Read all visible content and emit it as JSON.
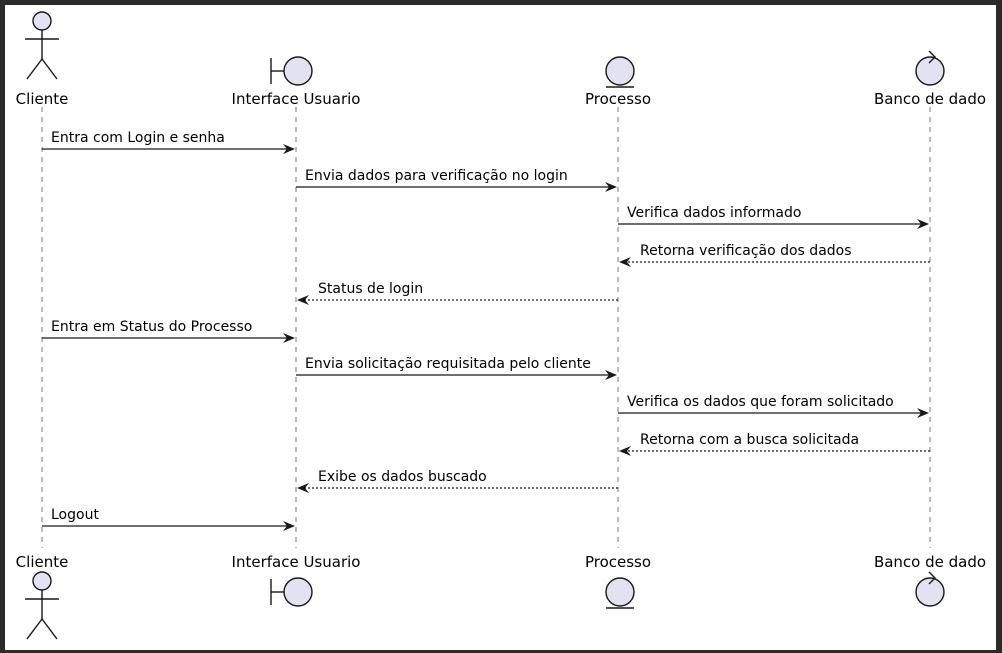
{
  "participants": [
    {
      "id": "cliente",
      "name": "Cliente",
      "kind": "actor"
    },
    {
      "id": "interface",
      "name": "Interface Usuario",
      "kind": "boundary"
    },
    {
      "id": "processo",
      "name": "Processo",
      "kind": "entity"
    },
    {
      "id": "banco",
      "name": "Banco de dado",
      "kind": "control"
    }
  ],
  "messages": [
    {
      "from": "cliente",
      "to": "interface",
      "label": "Entra com Login e senha",
      "style": "solid"
    },
    {
      "from": "interface",
      "to": "processo",
      "label": "Envia dados para verificação no login",
      "style": "solid"
    },
    {
      "from": "processo",
      "to": "banco",
      "label": "Verifica dados informado",
      "style": "solid"
    },
    {
      "from": "banco",
      "to": "processo",
      "label": "Retorna verificação dos dados",
      "style": "dashed"
    },
    {
      "from": "processo",
      "to": "interface",
      "label": "Status de login",
      "style": "dashed"
    },
    {
      "from": "cliente",
      "to": "interface",
      "label": "Entra em Status do Processo",
      "style": "solid"
    },
    {
      "from": "interface",
      "to": "processo",
      "label": "Envia solicitação requisitada pelo cliente",
      "style": "solid"
    },
    {
      "from": "processo",
      "to": "banco",
      "label": "Verifica os dados que foram solicitado",
      "style": "solid"
    },
    {
      "from": "banco",
      "to": "processo",
      "label": "Retorna com a busca solicitada",
      "style": "dashed"
    },
    {
      "from": "processo",
      "to": "interface",
      "label": "Exibe os dados buscado",
      "style": "dashed"
    },
    {
      "from": "cliente",
      "to": "interface",
      "label": "Logout",
      "style": "solid"
    }
  ],
  "colors": {
    "participant_fill": "#e2e2f0",
    "line": "#181818",
    "lifeline": "#7a7a7a",
    "background": "#ffffff",
    "frame": "#2b2b2b"
  }
}
